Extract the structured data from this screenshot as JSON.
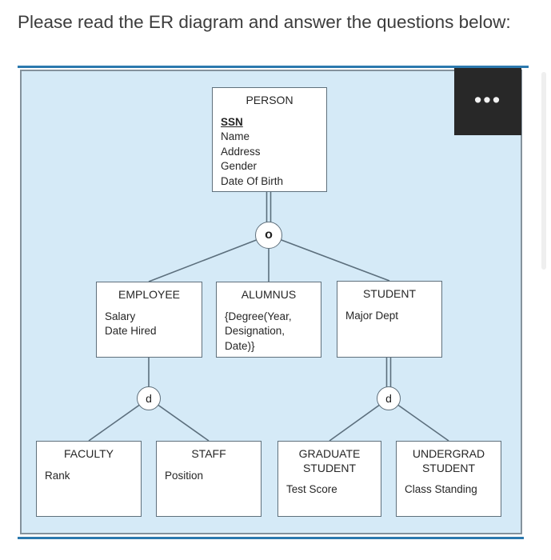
{
  "page": {
    "title": "Please read the ER diagram and answer the questions below:"
  },
  "menu": {
    "ellipsis": "•••"
  },
  "diagram": {
    "person": {
      "name": "PERSON",
      "key_attribute": "SSN",
      "attributes": [
        "Name",
        "Address",
        "Gender",
        "Date Of Birth"
      ]
    },
    "employee": {
      "name": "EMPLOYEE",
      "attributes": [
        "Salary",
        "Date Hired"
      ]
    },
    "alumnus": {
      "name": "ALUMNUS",
      "attributes": [
        "{Degree(Year, Designation, Date)}"
      ]
    },
    "student": {
      "name": "STUDENT",
      "attributes": [
        "Major Dept"
      ]
    },
    "faculty": {
      "name": "FACULTY",
      "attributes": [
        "Rank"
      ]
    },
    "staff": {
      "name": "STAFF",
      "attributes": [
        "Position"
      ]
    },
    "graduate_student": {
      "name": "GRADUATE STUDENT",
      "attributes": [
        "Test Score"
      ]
    },
    "undergrad_student": {
      "name": "UNDERGRAD STUDENT",
      "attributes": [
        "Class Standing"
      ]
    },
    "circles": {
      "overlap": "o",
      "employee_disjoint": "d",
      "student_disjoint": "d"
    }
  },
  "colors": {
    "panel_background": "#d5eaf7",
    "accent_line": "#2c79ae",
    "connector": "#5c6f7d",
    "menu_background": "#282828"
  }
}
